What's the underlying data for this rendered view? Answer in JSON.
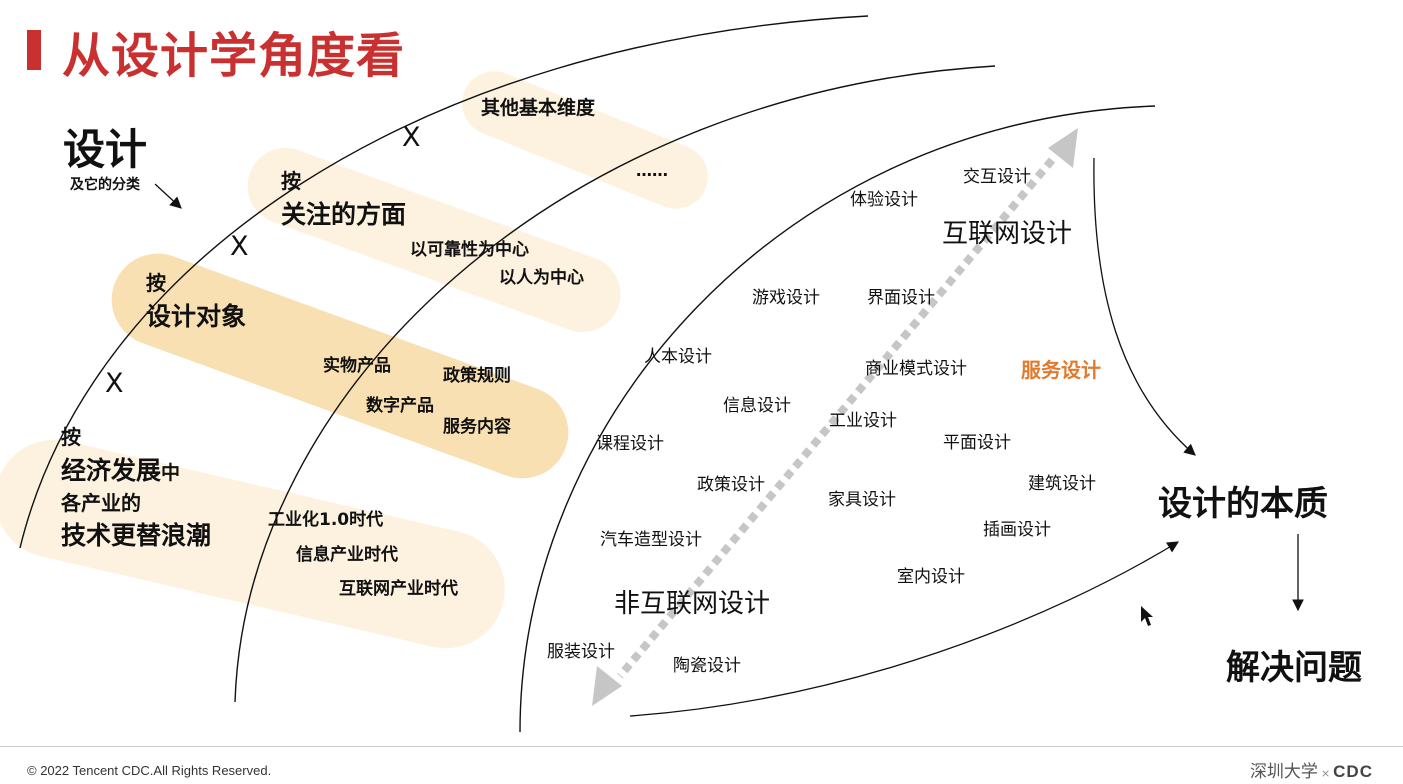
{
  "title": "从设计学角度看",
  "design": {
    "heading": "设计",
    "subheading": "及它的分类"
  },
  "cross_mark": "X",
  "band_outer": {
    "label": "其他基本维度",
    "ellipsis": "……"
  },
  "band_focus": {
    "prefix": "按",
    "title": "关注的方面",
    "items": [
      "以可靠性为中心",
      "以人为中心"
    ]
  },
  "band_object": {
    "prefix": "按",
    "title": "设计对象",
    "items": [
      "实物产品",
      "政策规则",
      "数字产品",
      "服务内容"
    ]
  },
  "band_economy": {
    "prefix": "按",
    "title_line1": "经济发展",
    "title_line1_suffix": "中",
    "title_line2": "各产业的",
    "title_line3": "技术更替浪潮",
    "items": [
      "工业化1.0时代",
      "信息产业时代",
      "互联网产业时代"
    ]
  },
  "axis": {
    "top_label": "互联网设计",
    "bottom_label": "非互联网设计"
  },
  "design_types": [
    "交互设计",
    "体验设计",
    "游戏设计",
    "界面设计",
    "人本设计",
    "商业模式设计",
    "服务设计",
    "信息设计",
    "工业设计",
    "课程设计",
    "平面设计",
    "政策设计",
    "建筑设计",
    "家具设计",
    "插画设计",
    "汽车造型设计",
    "室内设计",
    "服装设计",
    "陶瓷设计"
  ],
  "essence": {
    "label": "设计的本质",
    "result": "解决问题"
  },
  "footer": {
    "copyright": "© 2022 Tencent CDC.All Rights Reserved."
  },
  "logo": {
    "school": "深圳大学",
    "times": "×",
    "brand": "CDC"
  },
  "colors": {
    "title_red": "#c8312f",
    "band_light": "#fdf2df",
    "band_mid": "#f8e3be",
    "band_strong": "#f4d59d",
    "service_orange": "#e07a2e",
    "arrow_gray": "#c6c6c6"
  }
}
